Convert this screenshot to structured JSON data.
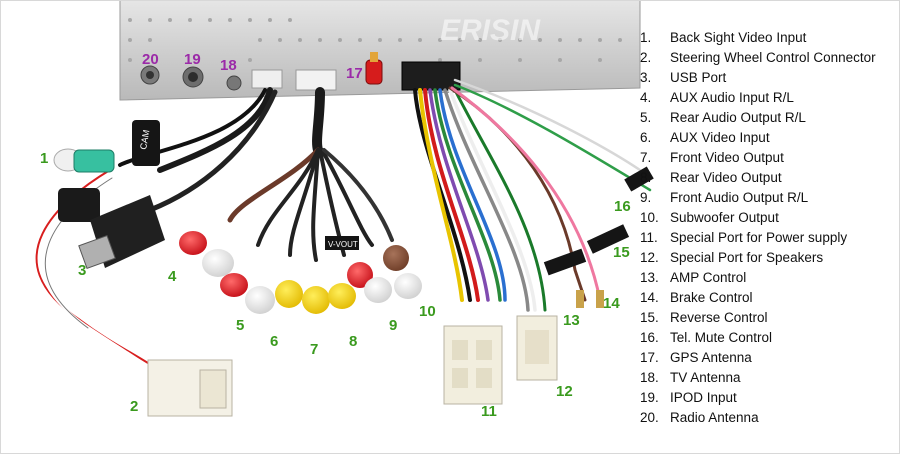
{
  "brand": "ERISIN",
  "legend": [
    {
      "n": "1.",
      "t": "Back Sight Video Input"
    },
    {
      "n": "2.",
      "t": "Steering Wheel Control Connector"
    },
    {
      "n": "3.",
      "t": "USB Port"
    },
    {
      "n": "4.",
      "t": "AUX Audio Input R/L"
    },
    {
      "n": "5.",
      "t": "Rear Audio Output R/L"
    },
    {
      "n": "6.",
      "t": "AUX Video Input"
    },
    {
      "n": "7.",
      "t": "Front Video Output"
    },
    {
      "n": "8.",
      "t": "Rear Video Output"
    },
    {
      "n": "9.",
      "t": "Front Audio Output R/L"
    },
    {
      "n": "10.",
      "t": "Subwoofer Output"
    },
    {
      "n": "11.",
      "t": "Special Port for Power supply"
    },
    {
      "n": "12.",
      "t": "Special Port for Speakers"
    },
    {
      "n": "13.",
      "t": "AMP Control"
    },
    {
      "n": "14.",
      "t": "Brake Control"
    },
    {
      "n": "15.",
      "t": "Reverse Control"
    },
    {
      "n": "16.",
      "t": "Tel. Mute Control"
    },
    {
      "n": "17.",
      "t": "GPS Antenna"
    },
    {
      "n": "18.",
      "t": "TV Antenna"
    },
    {
      "n": "19.",
      "t": "IPOD Input"
    },
    {
      "n": "20.",
      "t": "Radio Antenna"
    }
  ],
  "callouts": {
    "c1": "1",
    "c2": "2",
    "c3": "3",
    "c4": "4",
    "c5": "5",
    "c6": "6",
    "c7": "7",
    "c8": "8",
    "c9": "9",
    "c10": "10",
    "c11": "11",
    "c12": "12",
    "c13": "13",
    "c14": "14",
    "c15": "15",
    "c16": "16",
    "c17": "17",
    "c18": "18",
    "c19": "19",
    "c20": "20"
  },
  "tags": {
    "cam": "CAM",
    "vout": "V-VOUT"
  },
  "colors": {
    "callout_green": "#3a9a1e",
    "callout_purple": "#9b2aa8"
  }
}
